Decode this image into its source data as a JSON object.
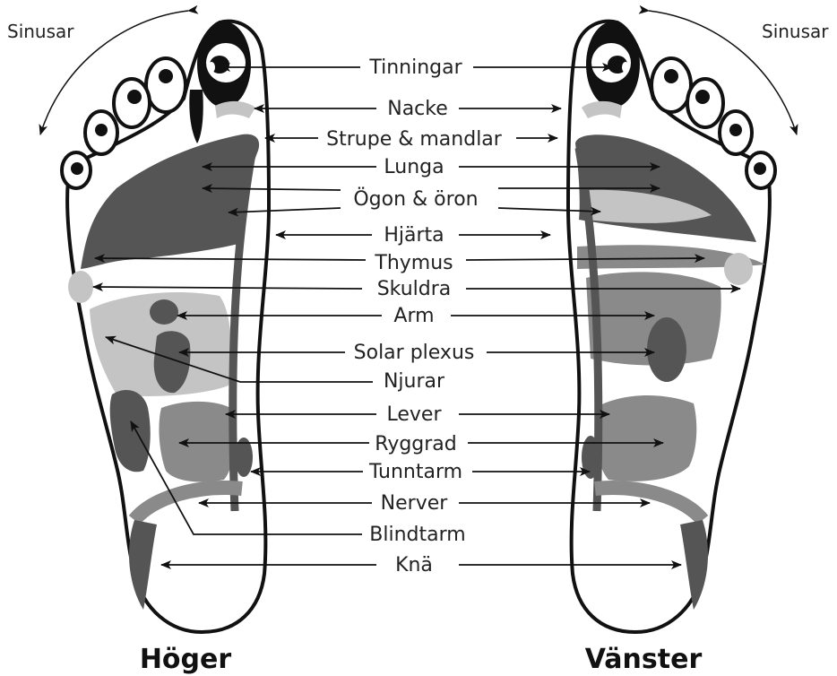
{
  "diagram": {
    "left_side_title": "Höger",
    "right_side_title": "Vänster",
    "sinus_label_left": "Sinusar",
    "sinus_label_right": "Sinusar",
    "zones": [
      "Tinningar",
      "Nacke",
      "Strupe & mandlar",
      "Lunga",
      "Ögon & öron",
      "Hjärta",
      "Thymus",
      "Skuldra",
      "Arm",
      "Solar plexus",
      "Njurar",
      "Lever",
      "Ryggrad",
      "Tunntarm",
      "Nerver",
      "Blindtarm",
      "Knä"
    ]
  },
  "colors": {
    "dark_zone": "#555555",
    "mid_zone": "#8a8a8a",
    "light_zone": "#c4c4c4",
    "outline": "#111111"
  }
}
